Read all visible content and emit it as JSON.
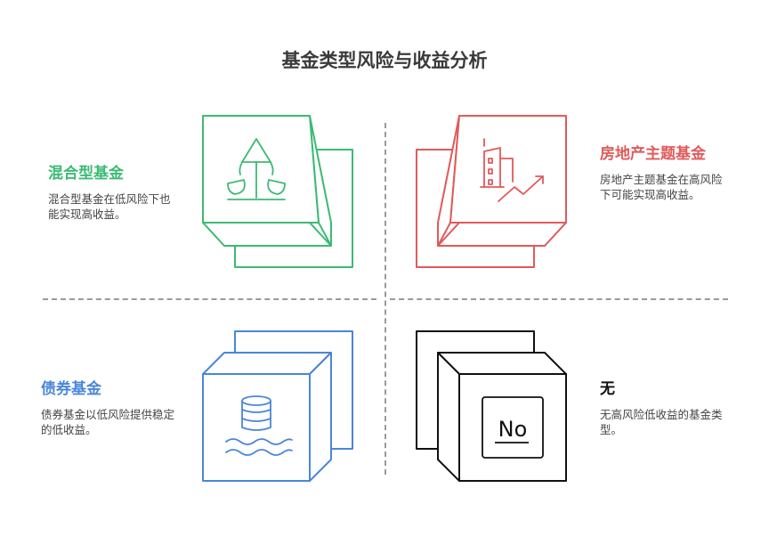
{
  "title": "基金类型风险与收益分析",
  "colors": {
    "mixed": "#3cba74",
    "real_estate": "#e05a5a",
    "bond": "#4a86d9",
    "none": "#111111"
  },
  "quadrants": {
    "mixed": {
      "title": "混合型基金",
      "desc": "混合型基金在低风险下也能实现高收益。",
      "icon": "balance-scale-icon"
    },
    "real_estate": {
      "title": "房地产主题基金",
      "desc": "房地产主题基金在高风险下可能实现高收益。",
      "icon": "building-growth-icon"
    },
    "bond": {
      "title": "债券基金",
      "desc": "债券基金以低风险提供稳定的低收益。",
      "icon": "coin-stack-water-icon"
    },
    "none": {
      "title": "无",
      "desc": "无高风险低收益的基金类型。",
      "icon": "no-sign-icon",
      "icon_text": "No"
    }
  }
}
